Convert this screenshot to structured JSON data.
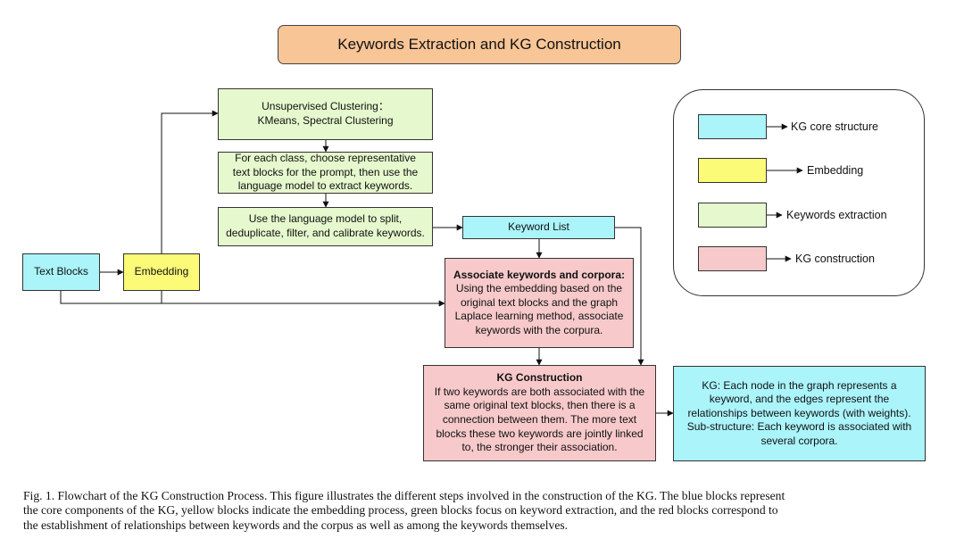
{
  "title": "Keywords Extraction and KG Construction",
  "nodes": {
    "text_blocks": "Text Blocks",
    "embedding": "Embedding",
    "clustering": [
      "Unsupervised Clustering：",
      "KMeans, Spectral Clustering"
    ],
    "each_class": [
      "For each class, choose representative",
      "text blocks for the prompt, then use the",
      "language model to extract keywords."
    ],
    "split": [
      "Use the language model to split,",
      "deduplicate, filter, and calibrate keywords."
    ],
    "keyword_list": "Keyword List",
    "associate": {
      "heading": "Associate keywords and corpora:",
      "body": [
        "Using the embedding based on the",
        "original text blocks and the graph",
        "Laplace learning method, associate",
        "keywords with the corpura."
      ]
    },
    "kg_construction": {
      "heading": "KG Construction",
      "body": [
        "If two keywords are both associated with the",
        "same original text blocks, then there is a",
        "connection between them. The more text",
        "blocks these two keywords are jointly linked",
        "to, the stronger their association."
      ]
    },
    "kg_result": [
      "KG: Each node in the graph represents a",
      "keyword, and the edges represent the",
      "relationships between keywords (with weights).",
      "Sub-structure: Each keyword is associated with",
      "several corpora."
    ]
  },
  "legend": [
    {
      "label": "KG core structure",
      "color": "#aaf4fa"
    },
    {
      "label": "Embedding",
      "color": "#fbfb78"
    },
    {
      "label": "Keywords extraction",
      "color": "#e6f8cd"
    },
    {
      "label": "KG construction",
      "color": "#f7c9ca"
    }
  ],
  "caption": [
    "Fig. 1.  Flowchart of the KG Construction Process. This figure illustrates the different steps involved in the construction of the KG. The blue blocks represent",
    "the core components of the KG, yellow blocks indicate the embedding process, green blocks focus on keyword extraction, and the red blocks correspond to",
    "the establishment of relationships between keywords and the corpus as well as among the keywords themselves."
  ]
}
